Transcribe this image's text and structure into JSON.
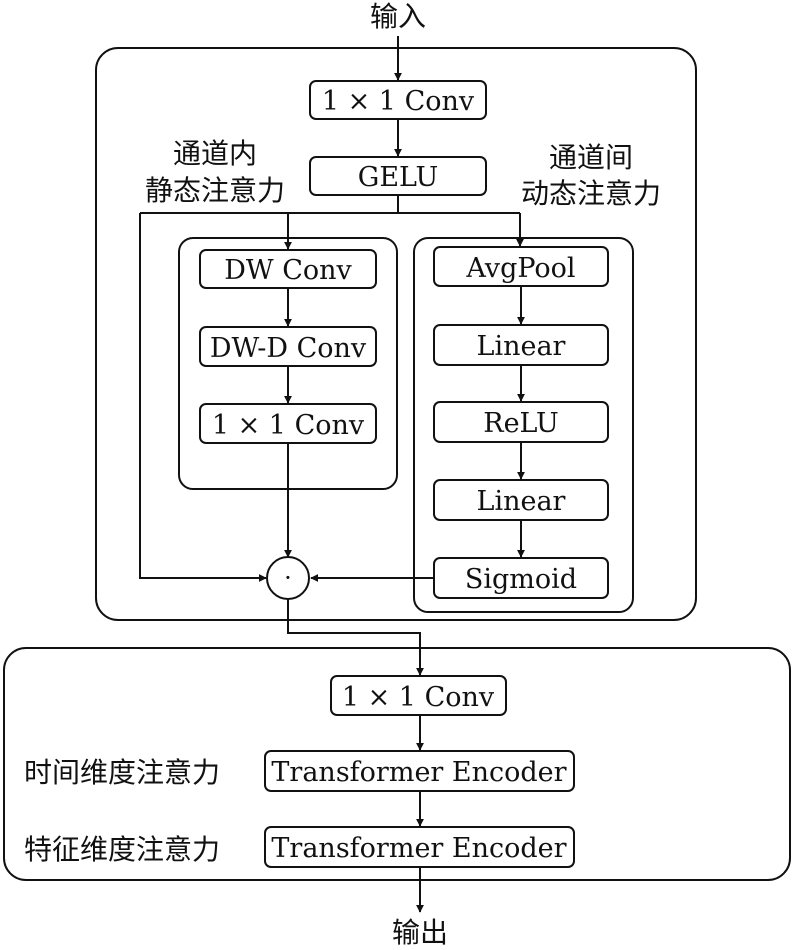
{
  "input_label": "输入",
  "output_label": "输出",
  "upper": {
    "conv1": "1 × 1 Conv",
    "gelu": "GELU",
    "static_title": [
      "通道内",
      "静态注意力"
    ],
    "dynamic_title": [
      "通道间",
      "动态注意力"
    ],
    "static_branch": [
      "DW Conv",
      "DW-D Conv",
      "1 × 1 Conv"
    ],
    "dynamic_branch": [
      "AvgPool",
      "Linear",
      "ReLU",
      "Linear",
      "Sigmoid"
    ],
    "multiply_symbol": "·"
  },
  "lower": {
    "conv1": "1 × 1 Conv",
    "time_label": "时间维度注意力",
    "feature_label": "特征维度注意力",
    "encoder1": "Transformer Encoder",
    "encoder2": "Transformer Encoder"
  }
}
